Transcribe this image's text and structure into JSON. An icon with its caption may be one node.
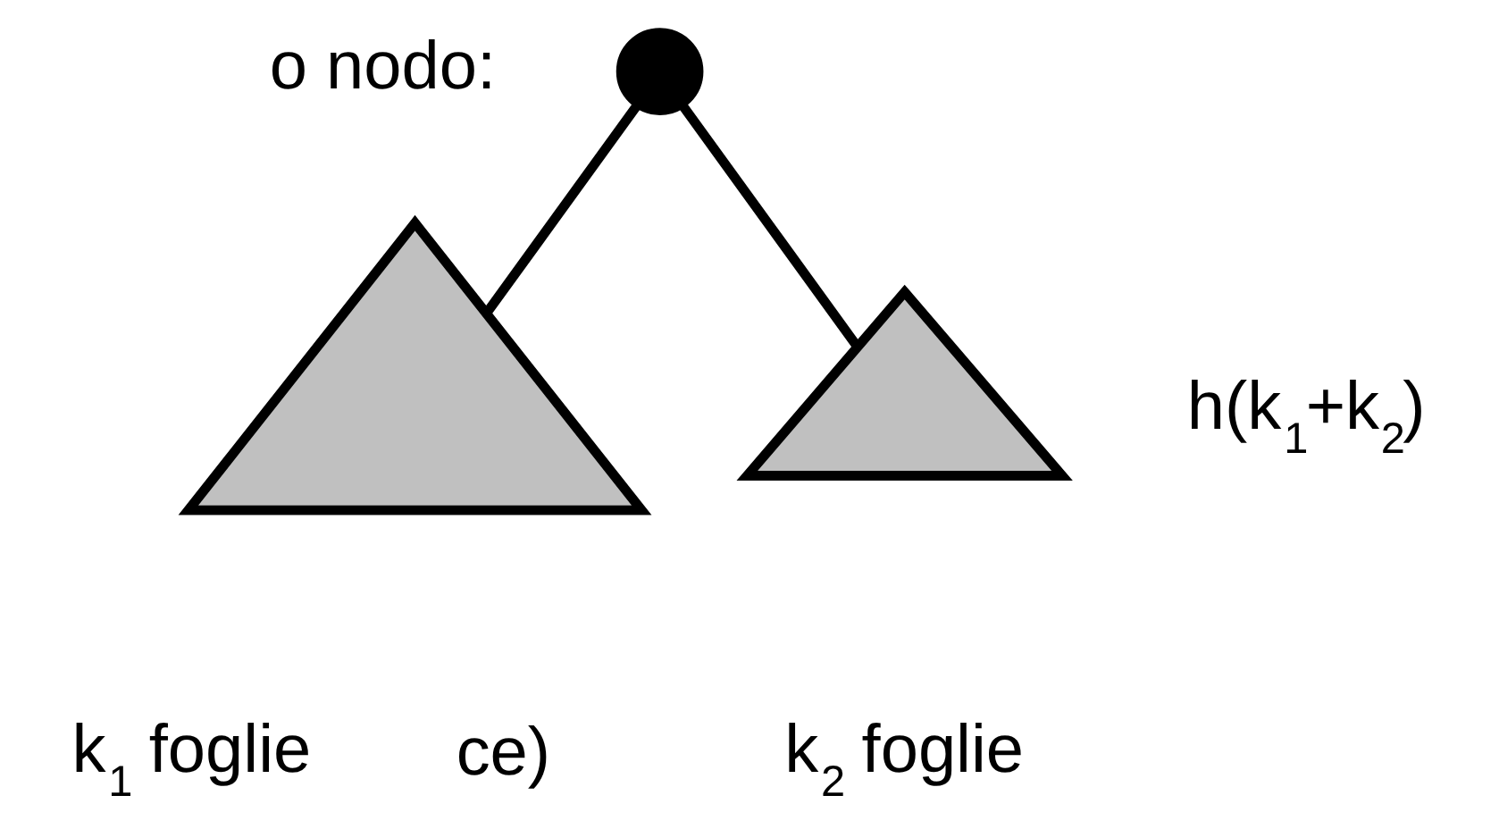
{
  "diagram": {
    "nodes": [
      {
        "text": [],
        "shape": "circle"
      },
      {
        "text": [],
        "shape": "triangle",
        "beside": [
          "k$_{1}$ foglie"
        ]
      },
      {
        "text": [],
        "shape": "triangle",
        "beside": [
          "k$_{2}$ foglie"
        ]
      }
    ],
    "edges": [
      {
        "from": 0,
        "to": 1,
        "arrow": "none"
      },
      {
        "from": 0,
        "to": 2,
        "arrow": "none"
      }
    ],
    "labels": [
      "o nodo:",
      "h(k$_{1}$+k$_{2}$)",
      "ce)"
    ]
  }
}
